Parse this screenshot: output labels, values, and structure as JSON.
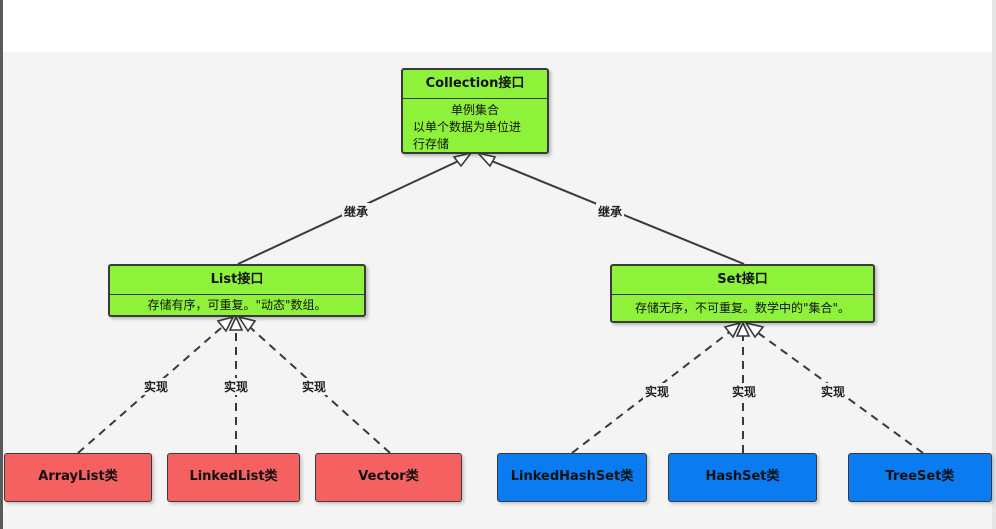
{
  "diagram": {
    "root": {
      "title": "Collection接口",
      "lines": [
        "单例集合",
        "以单个数据为单位进",
        "行存储"
      ]
    },
    "list": {
      "title": "List接口",
      "desc": "存储有序，可重复。\"动态\"数组。"
    },
    "set": {
      "title": "Set接口",
      "desc": "存储无序，不可重复。数学中的\"集合\"。"
    },
    "inherit_label": "继承",
    "implement_label": "实现",
    "list_impls": [
      "ArrayList类",
      "LinkedList类",
      "Vector类"
    ],
    "set_impls": [
      "LinkedHashSet类",
      "HashSet类",
      "TreeSet类"
    ],
    "colors": {
      "interface": "#8ff23a",
      "list_impl": "#f46160",
      "set_impl": "#0a7bf0",
      "line": "#3a3a3a",
      "canvas": "#f4f4f4"
    }
  }
}
